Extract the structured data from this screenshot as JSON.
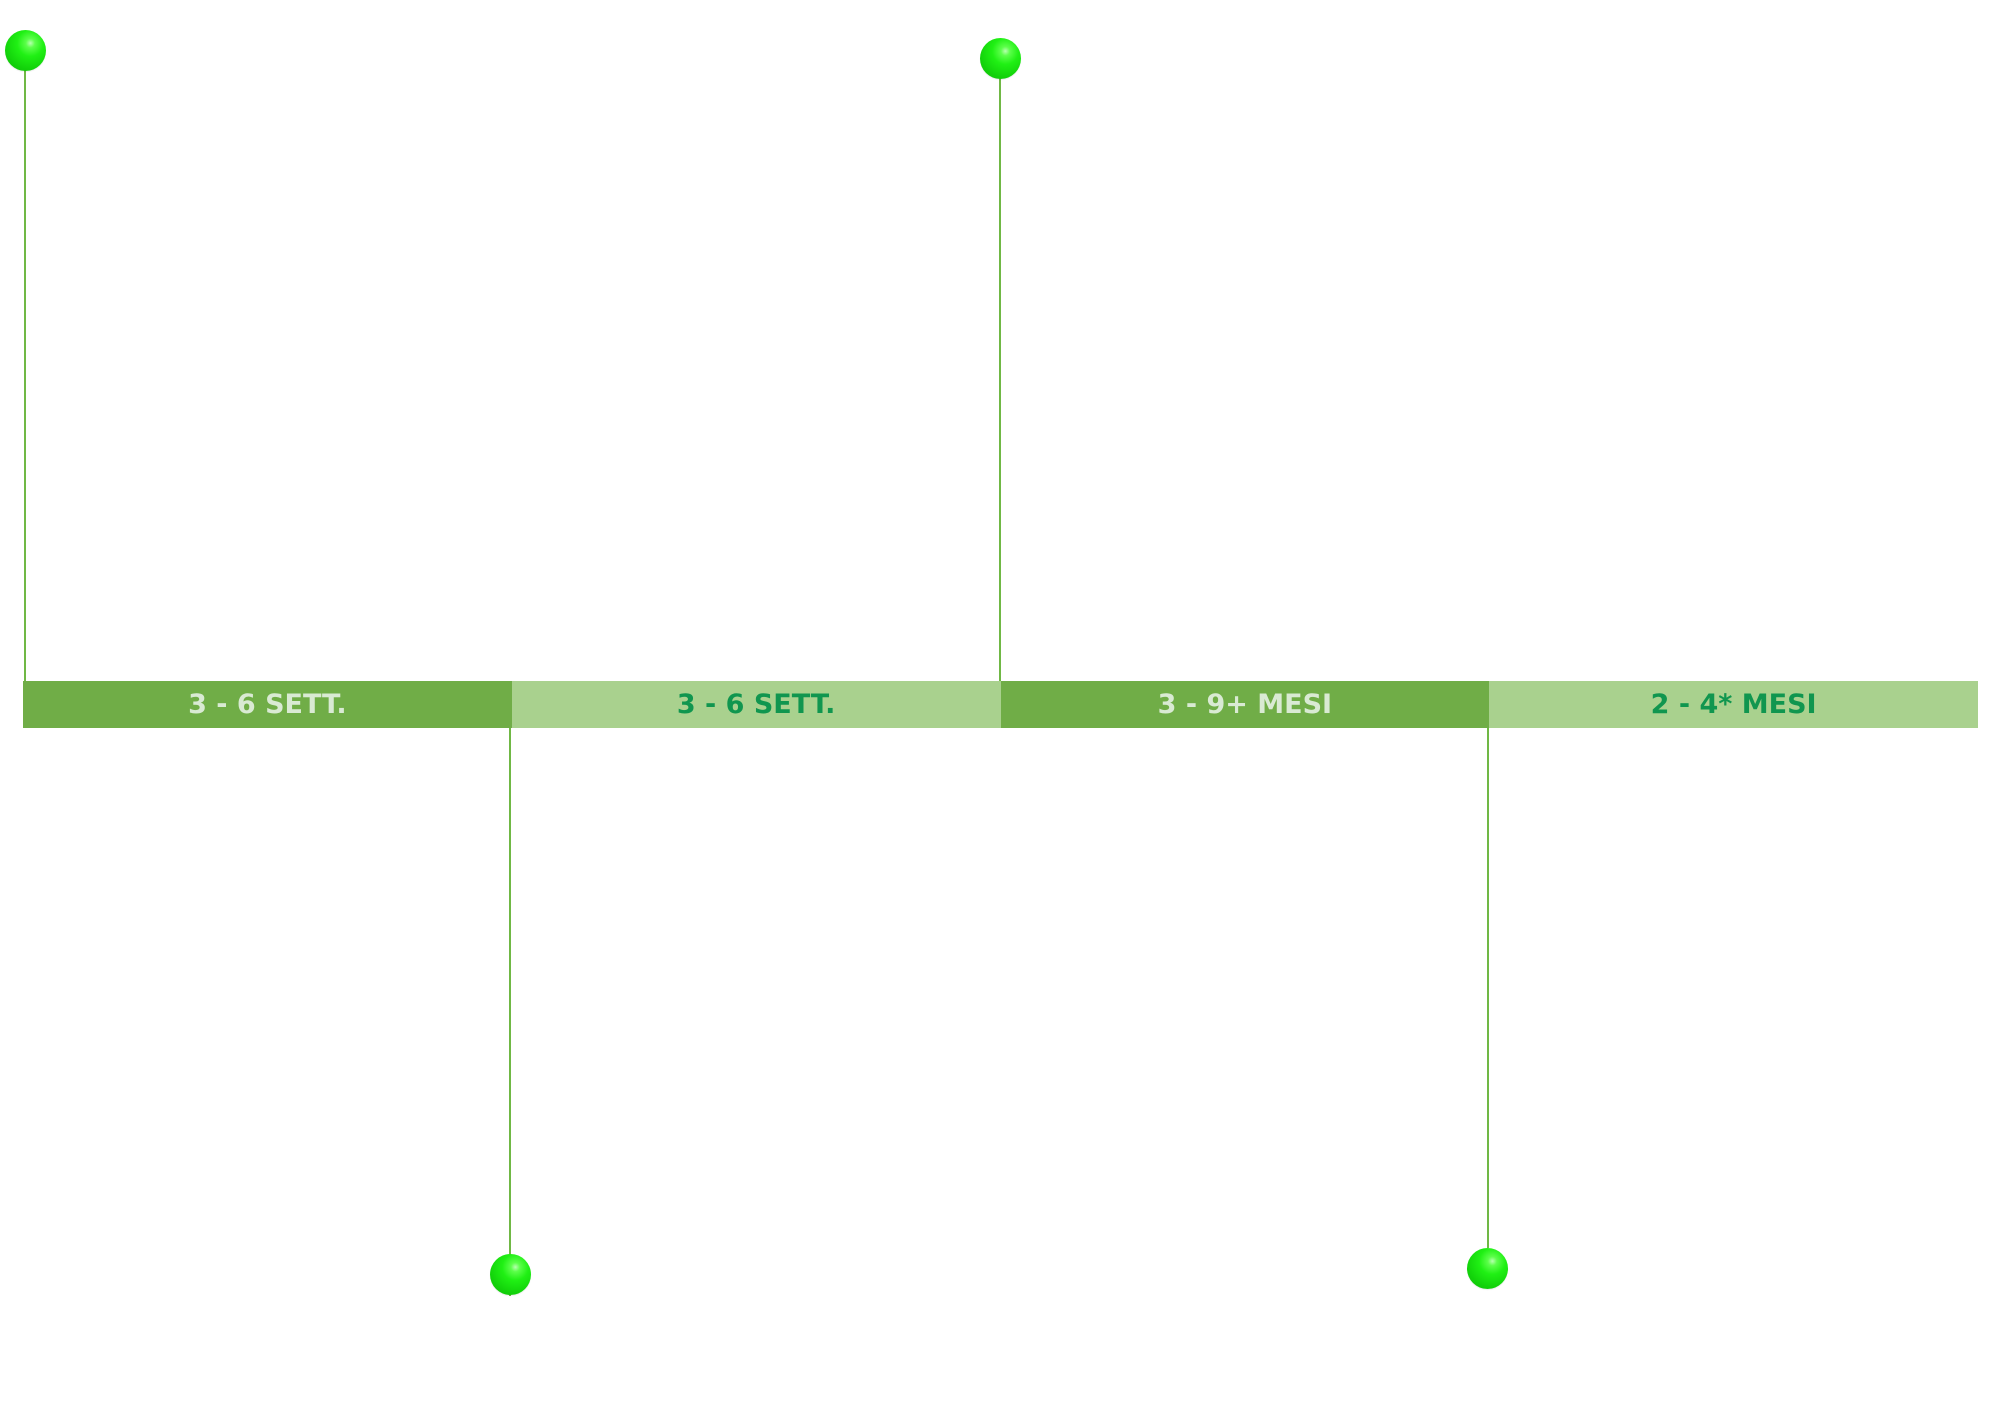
{
  "diagram": {
    "type": "timeline",
    "colors": {
      "segment_dark": "#70ad47",
      "segment_light": "#a9d18e",
      "text_on_dark": "#d9ead3",
      "text_on_light": "#10964f",
      "stem": "#70b845",
      "pin": "#1ee014"
    },
    "phases": [
      {
        "label": "3 - 6 SETT.",
        "style": "dark",
        "pin": "up"
      },
      {
        "label": "3 - 6 SETT.",
        "style": "light",
        "pin": "down"
      },
      {
        "label": "3 - 9+ MESI",
        "style": "dark",
        "pin": "up"
      },
      {
        "label": "2 - 4* MESI",
        "style": "light",
        "pin": "down"
      }
    ]
  }
}
